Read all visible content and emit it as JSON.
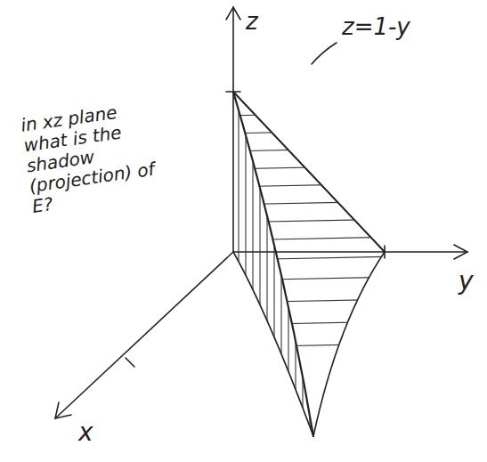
{
  "diagram": {
    "labels": [
      "z",
      "y",
      "x",
      "z=1-y",
      "in xz plane what is the shadow (projection) of E?"
    ]
  }
}
